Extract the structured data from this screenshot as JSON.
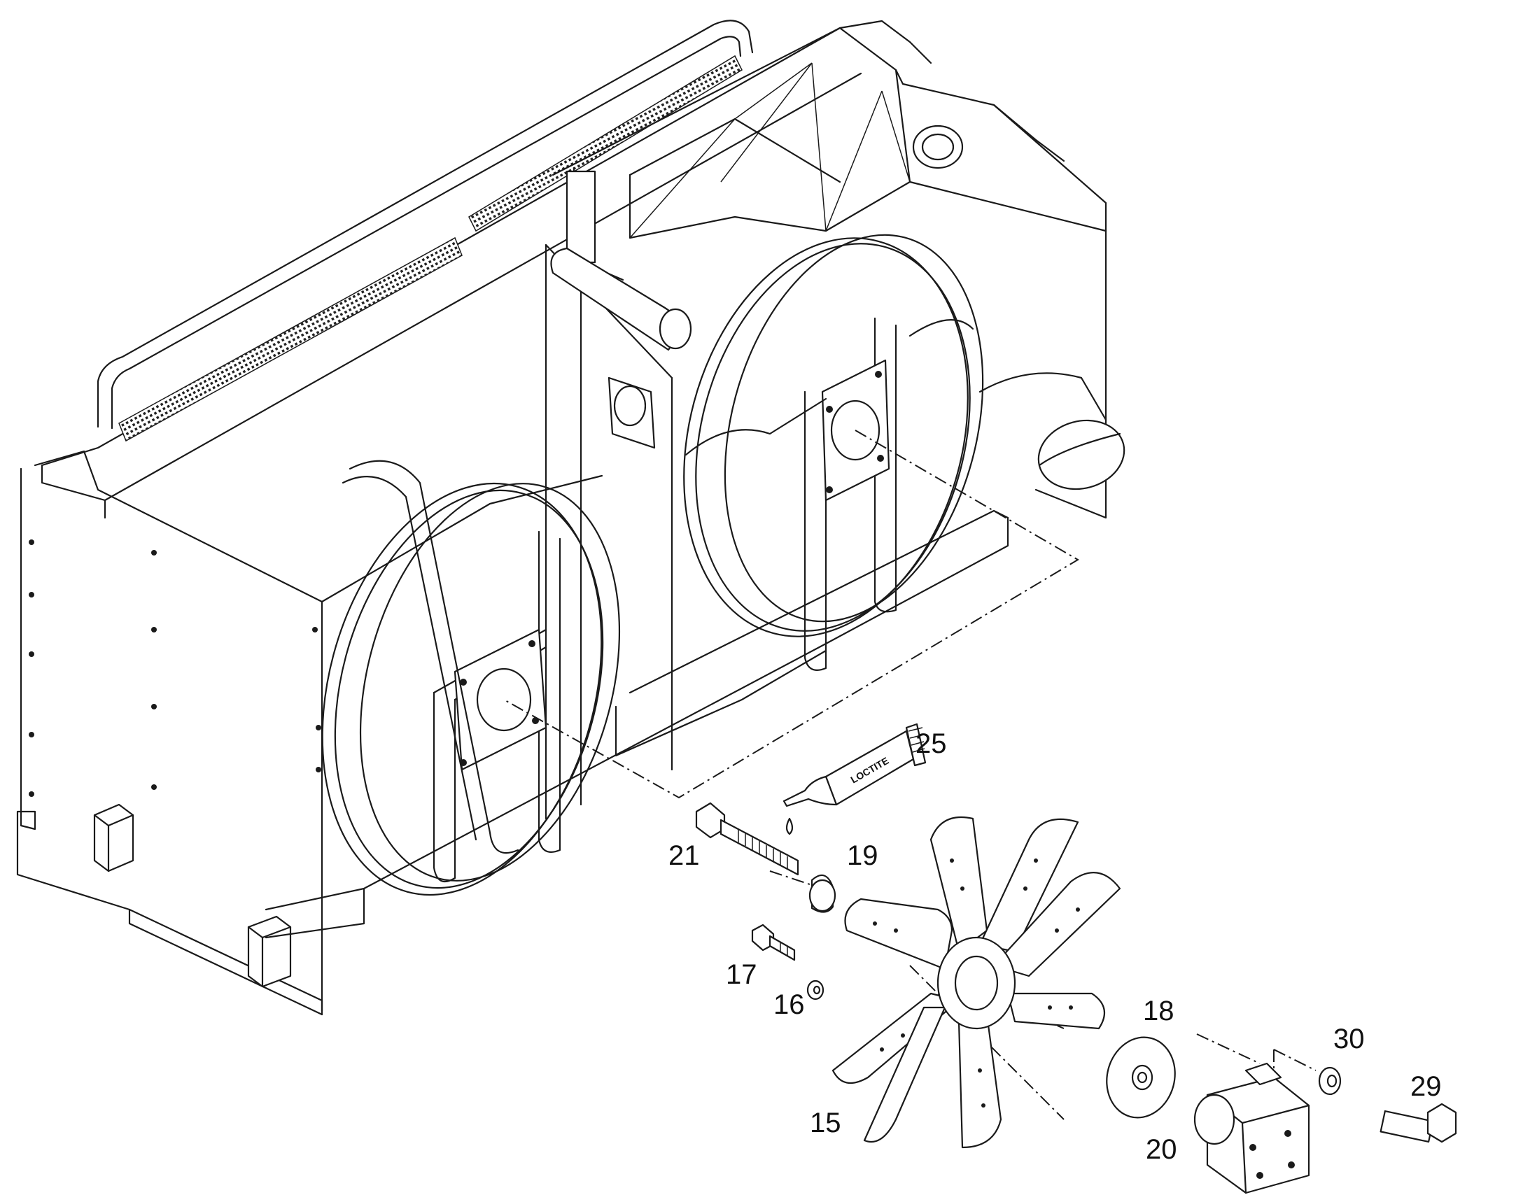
{
  "callouts": {
    "c25": "25",
    "c21": "21",
    "c19": "19",
    "c17": "17",
    "c16": "16",
    "c18": "18",
    "c30": "30",
    "c29": "29",
    "c15": "15",
    "c20": "20"
  },
  "tube_label": "LOCTITE"
}
